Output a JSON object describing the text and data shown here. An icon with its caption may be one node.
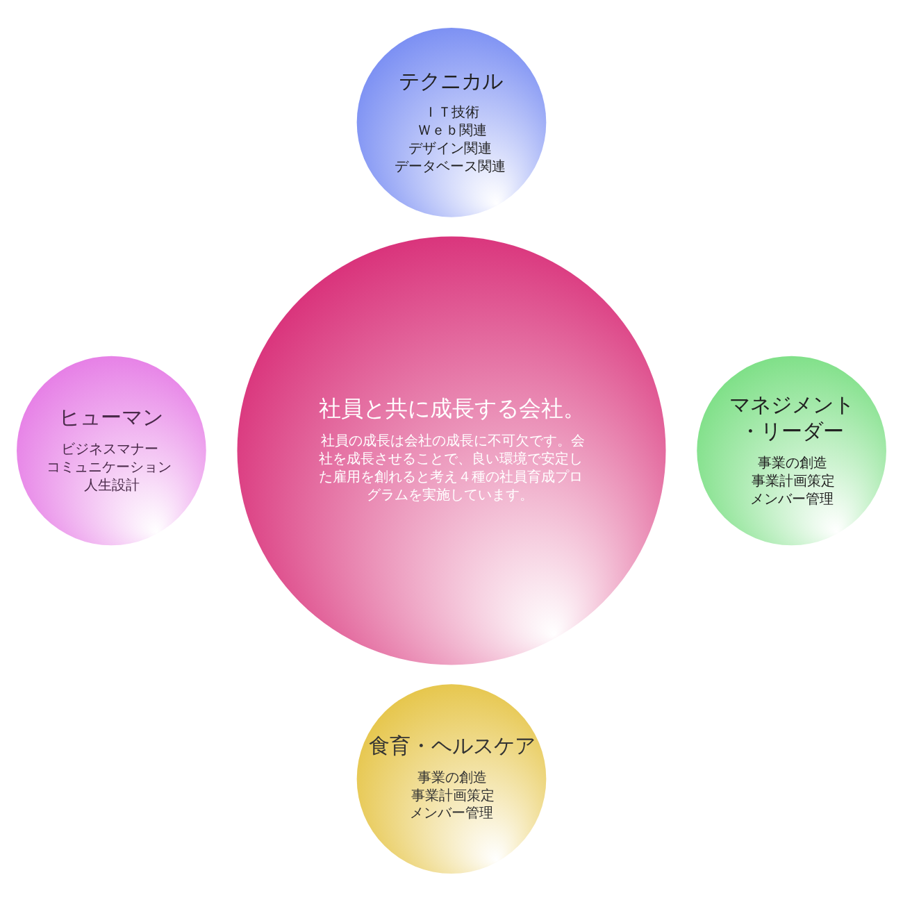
{
  "diagram": {
    "nodes": [
      {
        "text": [
          "テクニカル",
          "ＩＴ技術",
          "Ｗｅｂ関連",
          "デザイン関連",
          "データベース関連"
        ]
      },
      {
        "text": [
          "ヒューマン",
          "ビジネスマナー",
          "コミュニケーション",
          "人生設計"
        ]
      },
      {
        "text": [
          "社員と共に成長する会社。",
          "社員の成長は会社の成長に不可欠です。会社を成長させることで、良い環境で安定した雇用を創れると考え４種の社員育成プログラムを実施しています。"
        ]
      },
      {
        "text": [
          "マネジメント・リーダー",
          "事業の創造",
          "事業計画策定",
          "メンバー管理"
        ]
      },
      {
        "text": [
          "食育・ヘルスケア",
          "事業の創造",
          "事業計画策定",
          "メンバー管理"
        ]
      }
    ],
    "edges": []
  }
}
